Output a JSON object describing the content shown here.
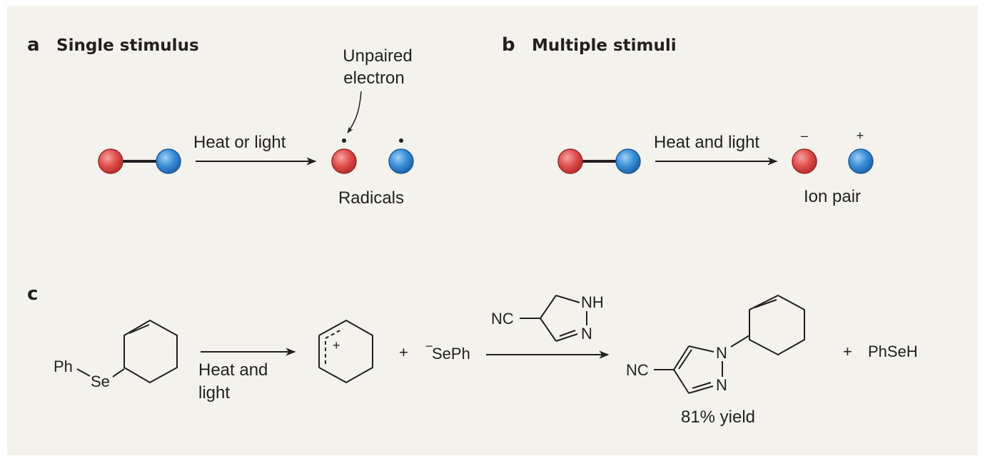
{
  "panel_a": {
    "letter": "a",
    "title": "Single stimulus",
    "arrow_label": "Heat or light",
    "annotation": "Unpaired\nelectron",
    "annotation_line1": "Unpaired",
    "annotation_line2": "electron",
    "product_label": "Radicals"
  },
  "panel_b": {
    "letter": "b",
    "title": "Multiple stimuli",
    "arrow_label": "Heat and light",
    "minus_sign": "–",
    "plus_sign": "+",
    "product_label": "Ion pair"
  },
  "panel_c": {
    "letter": "c",
    "ph_label": "Ph",
    "se_label": "Se",
    "arrow1_label_line1": "Heat and",
    "arrow1_label_line2": "light",
    "cation_charge": "+",
    "plus1": "+",
    "anion_charge": "−",
    "anion": "SePh",
    "reagent_nc": "NC",
    "reagent_nh": "NH",
    "reagent_n": "N",
    "product_nc": "NC",
    "product_n1": "N",
    "product_n2": "N",
    "yield": "81% yield",
    "plus2": "+",
    "byproduct": "PhSeH"
  },
  "colors": {
    "background": "#f4f2ec",
    "red_atom": "#e0504f",
    "blue_atom": "#3b8fd8",
    "ink": "#231f20"
  }
}
